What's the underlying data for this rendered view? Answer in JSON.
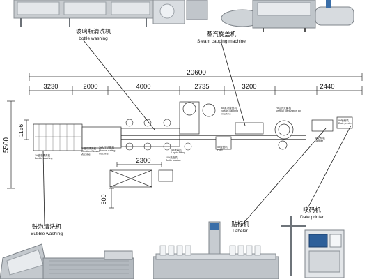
{
  "machines": [
    {
      "id": "bottle-washing",
      "zh": "玻璃瓶清洗机",
      "en": "bottle washing"
    },
    {
      "id": "steam-capping",
      "zh": "蒸汽旋盖机",
      "en": "Steam capping machine"
    },
    {
      "id": "bubble-washing",
      "zh": "鼓泡清洗机",
      "en": "Bubble washing"
    },
    {
      "id": "labeler",
      "zh": "贴标机",
      "en": "Labeler"
    },
    {
      "id": "date-printer",
      "zh": "喷码机",
      "en": "Date printer"
    }
  ],
  "layout": {
    "total_length": "20600",
    "segments": [
      "3230",
      "2000",
      "4000",
      "2735",
      "3200",
      "2440"
    ],
    "height": "5500",
    "height_sub": "1156",
    "lower_offset": "2300",
    "lower_depth": "600",
    "station_labels": [
      "1#鼓泡清洗机\nBubble washing",
      "2#瓶切清洗机\nVibration Cleaner\nMachine",
      "3#人工切瓶机\nManual cutting\nMachine",
      "4#灌装机\nLiquid Filling",
      "5#旋盖机\nFiller",
      "6#蒸汽旋盖机\nSteam capping\nmachine",
      "7#立式灭菌机\nVertical sterilization pot",
      "8#贴标机\nLabeler",
      "9#喷码机\nDate printer",
      "10#洗瓶机\nBottle washer"
    ]
  },
  "colors": {
    "line": "#2a2a2a",
    "machine_steel": "#b9bec3",
    "blue_panel": "#3a6ea8"
  }
}
